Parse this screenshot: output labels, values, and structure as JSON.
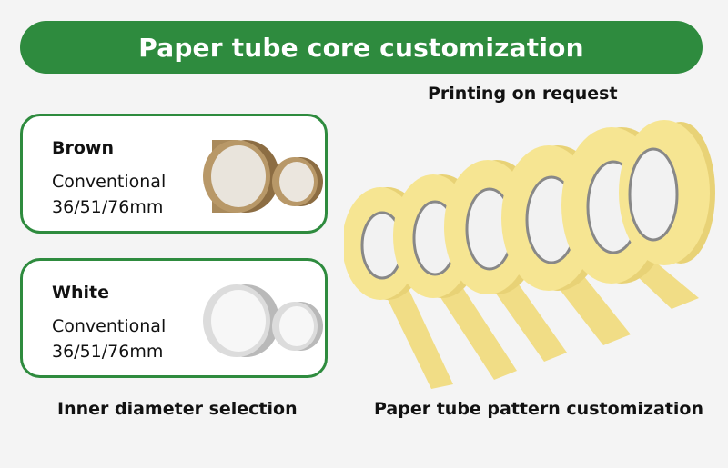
{
  "banner": {
    "title": "Paper tube core customization"
  },
  "printing_label": "Printing on request",
  "cards": [
    {
      "name": "Brown",
      "desc_line1": "Conventional",
      "desc_line2": "36/51/76mm"
    },
    {
      "name": "White",
      "desc_line1": "Conventional",
      "desc_line2": "36/51/76mm"
    }
  ],
  "inner_label": "Inner diameter selection",
  "pattern_label": "Paper tube pattern customization",
  "colors": {
    "accent": "#2e8b3e",
    "tape": "#f3e38f",
    "brown_core": "#a98a5c",
    "white_core": "#e6e6e6"
  }
}
